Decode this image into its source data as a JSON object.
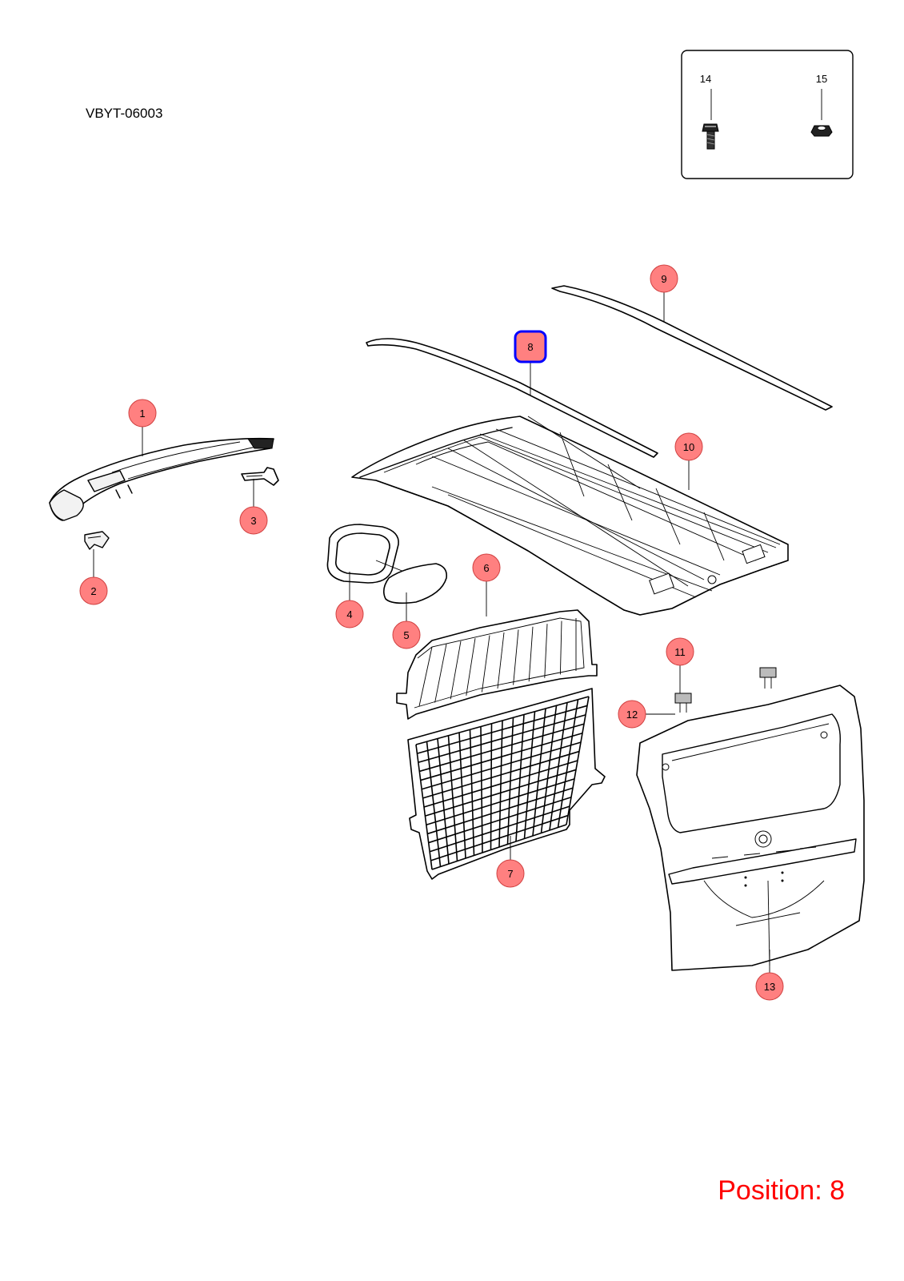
{
  "diagram_code": "VBYT-06003",
  "position_label": "Position: 8",
  "selected_callout": "8",
  "colors": {
    "callout_fill": "#ff8080",
    "callout_stroke": "#d04040",
    "highlight_stroke": "#0000ff",
    "position_text": "#ff0000"
  },
  "inset": {
    "labels": [
      "14",
      "15"
    ],
    "icons": [
      "bolt-icon",
      "nut-icon"
    ]
  },
  "callouts": [
    "1",
    "2",
    "3",
    "4",
    "5",
    "6",
    "7",
    "8",
    "9",
    "10",
    "11",
    "12",
    "13"
  ]
}
